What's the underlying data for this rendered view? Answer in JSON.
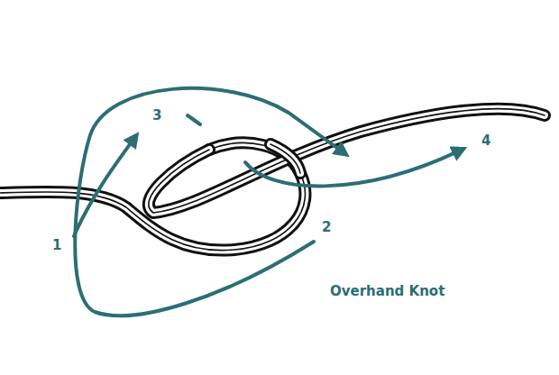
{
  "diagram": {
    "title": "Overhand Knot",
    "labels": [
      "1",
      "2",
      "3",
      "4"
    ]
  }
}
